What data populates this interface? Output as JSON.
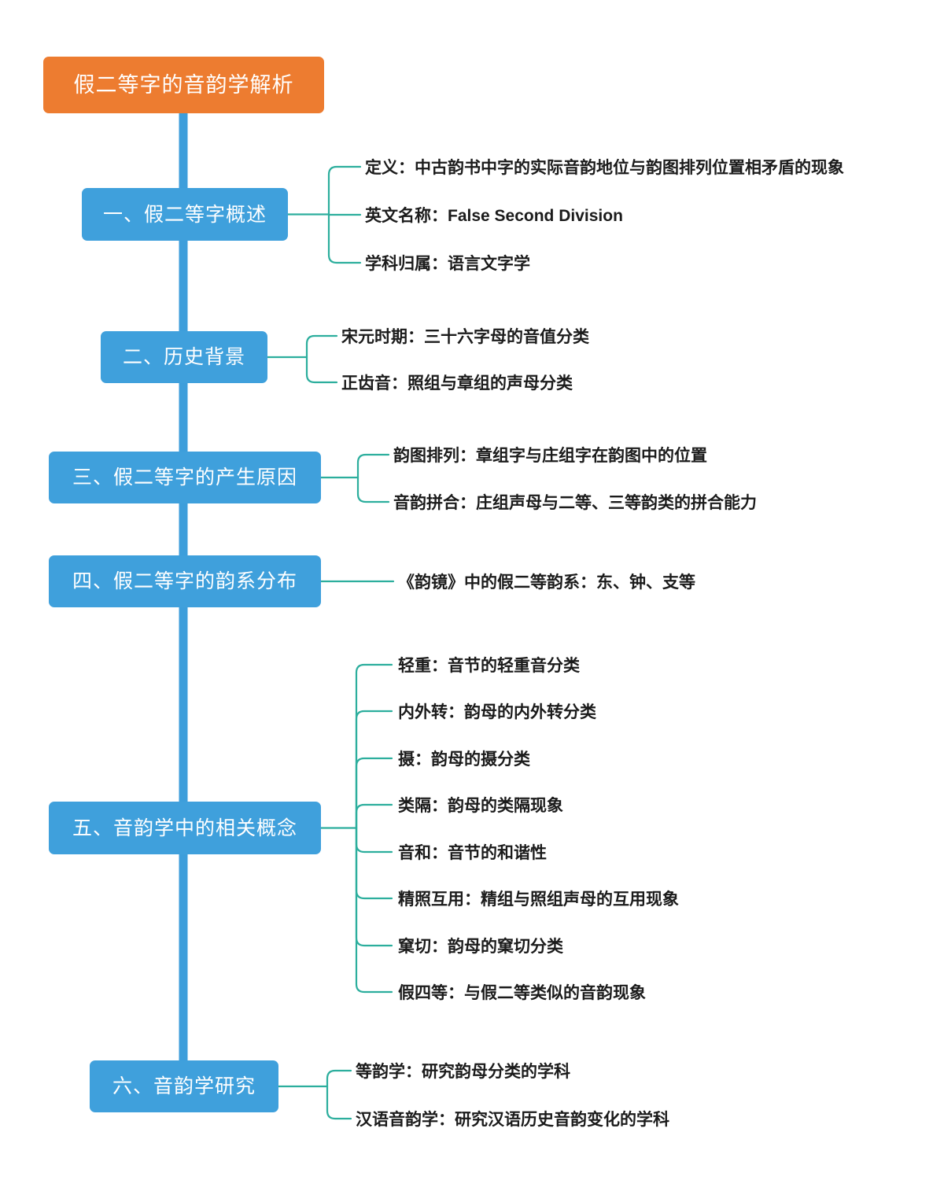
{
  "root": {
    "label": "假二等字的音韵学解析"
  },
  "colors": {
    "root_bg": "#ED7C30",
    "branch_bg": "#3FA0DC",
    "trunk": "#3D9EDB",
    "connector": "#2CAE9D",
    "node_text": "#FFFFFF",
    "leaf_text": "#1B1B1B"
  },
  "branches": [
    {
      "label": "一、假二等字概述",
      "leaves": [
        "定义：中古韵书中字的实际音韵地位与韵图排列位置相矛盾的现象",
        "英文名称：False Second Division",
        "学科归属：语言文字学"
      ]
    },
    {
      "label": "二、历史背景",
      "leaves": [
        "宋元时期：三十六字母的音值分类",
        "正齿音：照组与章组的声母分类"
      ]
    },
    {
      "label": "三、假二等字的产生原因",
      "leaves": [
        "韵图排列：章组字与庄组字在韵图中的位置",
        "音韵拼合：庄组声母与二等、三等韵类的拼合能力"
      ]
    },
    {
      "label": "四、假二等字的韵系分布",
      "leaves": [
        "《韵镜》中的假二等韵系：东、钟、支等"
      ]
    },
    {
      "label": "五、音韵学中的相关概念",
      "leaves": [
        "轻重：音节的轻重音分类",
        "内外转：韵母的内外转分类",
        "摄：韵母的摄分类",
        "类隔：韵母的类隔现象",
        "音和：音节的和谐性",
        "精照互用：精组与照组声母的互用现象",
        "窠切：韵母的窠切分类",
        "假四等：与假二等类似的音韵现象"
      ]
    },
    {
      "label": "六、音韵学研究",
      "leaves": [
        "等韵学：研究韵母分类的学科",
        "汉语音韵学：研究汉语历史音韵变化的学科"
      ]
    }
  ]
}
